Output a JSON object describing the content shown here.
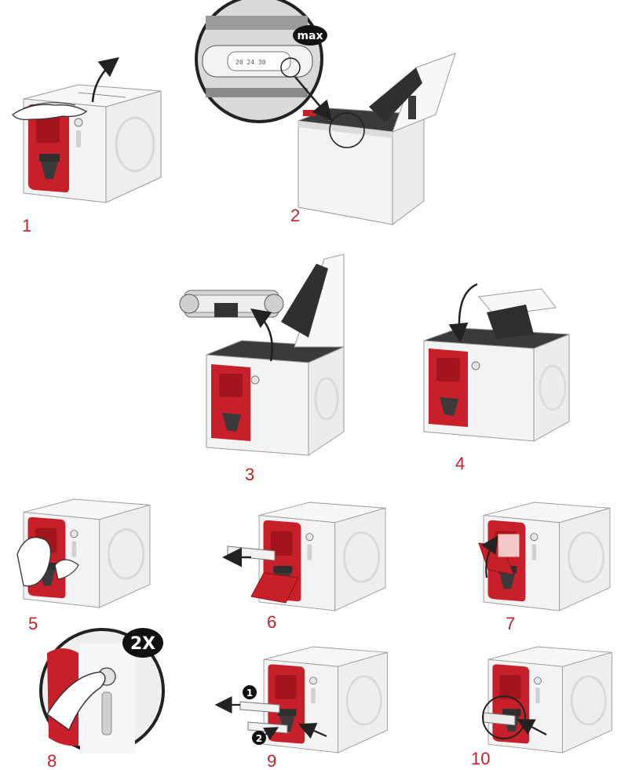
{
  "steps": [
    {
      "number": "1"
    },
    {
      "number": "2",
      "zoom_badge": "max"
    },
    {
      "number": "3"
    },
    {
      "number": "4"
    },
    {
      "number": "5"
    },
    {
      "number": "6"
    },
    {
      "number": "7"
    },
    {
      "number": "8",
      "zoom_badge": "2X"
    },
    {
      "number": "9",
      "markers": [
        "1",
        "2"
      ]
    },
    {
      "number": "10"
    }
  ],
  "colors": {
    "accent_red": "#c8202a",
    "body_light": "#f3f3f3",
    "body_shadow": "#dcdcdc",
    "outline": "#8a8a8a",
    "interior_dark": "#3a3a3a"
  }
}
